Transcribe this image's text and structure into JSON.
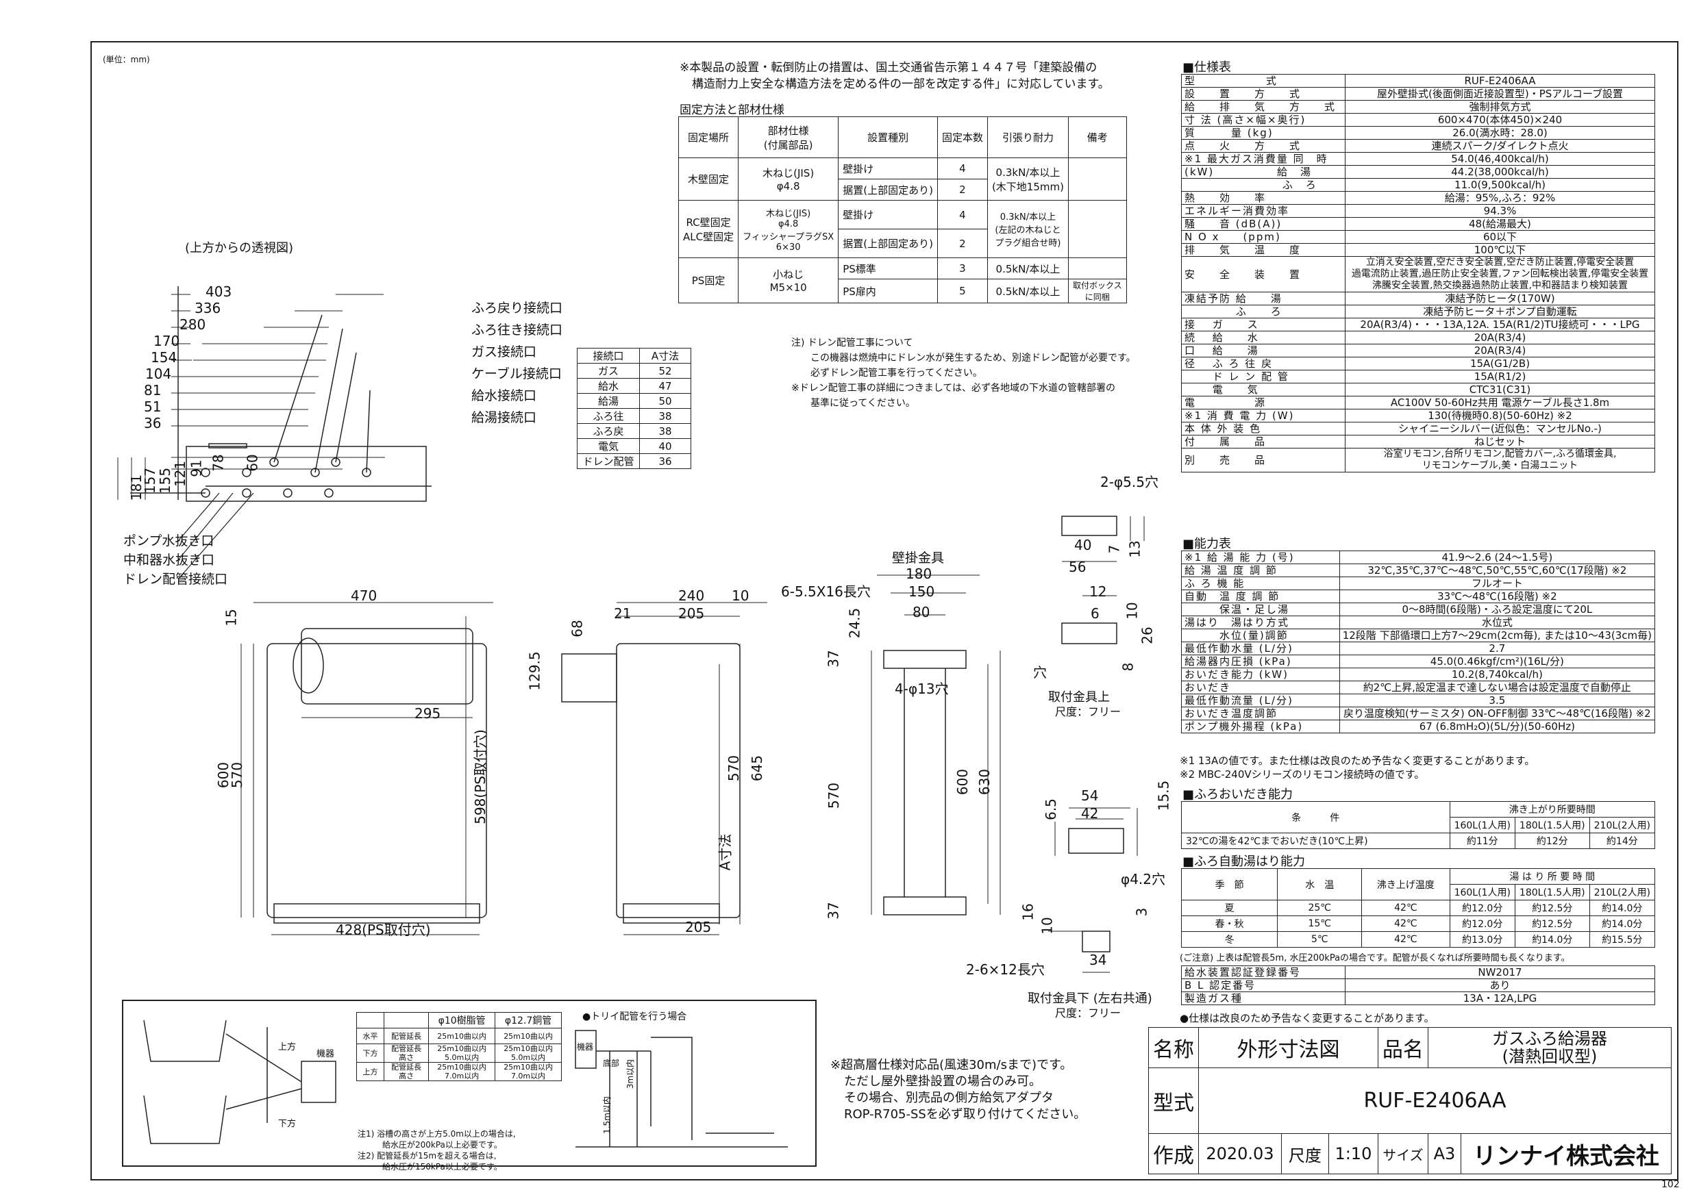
{
  "unit_note": "(単位：mm)",
  "page_number": "102",
  "top_note": {
    "line1": "※本製品の設置・転倒防止の措置は、国土交通省告示第１４４７号「建築設備の",
    "line2": "構造耐力上安全な構造方法を定める件の一部を改定する件」に対応しています。"
  },
  "fixing": {
    "title": "固定方法と部材仕様",
    "headers": [
      "固定場所",
      "部材仕様\n(付属部品)",
      "設置種別",
      "固定本数",
      "引張り耐力",
      "備考"
    ],
    "rows": [
      {
        "place": "木壁固定",
        "part": "木ねじ(JIS)\nφ4.8",
        "kind": "壁掛け",
        "count": "4",
        "force": "0.3kN/本以上\n(木下地15mm)",
        "note": ""
      },
      {
        "place": "",
        "part": "",
        "kind": "据置(上部固定あり)",
        "count": "2",
        "force": "",
        "note": ""
      },
      {
        "place": "RC壁固定\nALC壁固定",
        "part": "木ねじ(JIS)\nφ4.8\nフィッシャープラグSX\n6×30",
        "kind": "壁掛け",
        "count": "4",
        "force": "0.3kN/本以上\n(左記の木ねじと\nプラグ組合せ時)",
        "note": ""
      },
      {
        "place": "",
        "part": "",
        "kind": "据置(上部固定あり)",
        "count": "2",
        "force": "",
        "note": ""
      },
      {
        "place": "PS固定",
        "part": "小ねじ\nM5×10",
        "kind": "PS標準",
        "count": "3",
        "force": "0.5kN/本以上",
        "note": ""
      },
      {
        "place": "",
        "part": "",
        "kind": "PS扉内",
        "count": "5",
        "force": "0.5kN/本以上",
        "note": "取付ボックス\nに同梱"
      }
    ]
  },
  "drain_note": {
    "l1": "注) ドレン配管工事について",
    "l2": "この機器は燃焼中にドレン水が発生するため、別途ドレン配管が必要です。",
    "l3": "必ずドレン配管工事を行ってください。",
    "l4": "※ドレン配管工事の詳細につきましては、必ず各地域の下水道の管轄部署の",
    "l5": "基準に従ってください。"
  },
  "connection_table": {
    "headers": [
      "接続口",
      "A寸法"
    ],
    "rows": [
      [
        "ガス",
        "52"
      ],
      [
        "給水",
        "47"
      ],
      [
        "給湯",
        "50"
      ],
      [
        "ふろ往",
        "38"
      ],
      [
        "ふろ戻",
        "38"
      ],
      [
        "電気",
        "40"
      ],
      [
        "ドレン配管",
        "36"
      ]
    ]
  },
  "top_view": {
    "label": "(上方からの透視図)",
    "connections": [
      "ふろ戻り接続口",
      "ふろ往き接続口",
      "ガス接続口",
      "ケーブル接続口",
      "給水接続口",
      "給湯接続口"
    ],
    "bottom_labels": [
      "ポンプ水抜き口",
      "中和器水抜き口",
      "ドレン配管接続口"
    ],
    "widths": [
      "403",
      "336",
      "280",
      "170",
      "154",
      "104",
      "81",
      "51",
      "36"
    ],
    "heights": [
      "181",
      "157",
      "155",
      "121",
      "91",
      "78",
      "60"
    ]
  },
  "front_view": {
    "w470": "470",
    "h15": "15",
    "h600": "600",
    "h570": "570",
    "w295": "295",
    "h598": "598(PS取付穴)",
    "w428": "428(PS取付穴)"
  },
  "side_view": {
    "w240": "240",
    "w10": "10",
    "w21": "21",
    "w205": "205",
    "h68": "68",
    "h1295": "129.5",
    "h570": "570",
    "h645": "645",
    "a": "A寸法",
    "w205b": "205"
  },
  "bracket": {
    "title": "壁掛金具",
    "w180": "180",
    "w150": "150",
    "w80": "80",
    "slot": "6-5.5X16長穴",
    "h245": "24.5",
    "hole": "4-φ13穴",
    "h37a": "37",
    "h570": "570",
    "h600": "600",
    "h630": "630",
    "h37b": "37"
  },
  "fit_top": {
    "hole": "2-φ5.5穴",
    "w40": "40",
    "w56": "56",
    "h7": "7",
    "h13": "13",
    "h12": "12",
    "h6": "6",
    "h10": "10",
    "h26": "26",
    "h8": "8",
    "ana": "穴",
    "caption": "取付金具上",
    "scale": "尺度：フリー"
  },
  "fit_bottom": {
    "w54": "54",
    "w42": "42",
    "h65": "6.5",
    "h155": "15.5",
    "hole": "φ4.2穴",
    "h16": "16",
    "h10": "10",
    "h3": "3",
    "slot": "2-6×12長穴",
    "w34": "34",
    "caption": "取付金具下 (左右共通)",
    "scale": "尺度：フリー"
  },
  "spec": {
    "title": "■仕様表",
    "rows": [
      [
        "型　　　　　　式",
        "RUF-E2406AA"
      ],
      [
        "設　　置　　方　　式",
        "屋外壁掛式(後面側面近接設置型)・PSアルコーブ設置"
      ],
      [
        "給　　排　　気　　方　　式",
        "強制排気方式"
      ],
      [
        "寸 法 (高さ×幅×奥行)",
        "600×470(本体450)×240"
      ],
      [
        "質　　　量 (kg)",
        "26.0(満水時：28.0)"
      ],
      [
        "点　　火　　方　　式",
        "連続スパーク/ダイレクト点火"
      ],
      [
        "※1 最大ガス消費量 同　時",
        "54.0(46,400kcal/h)"
      ],
      [
        "(kW)　　　　　 給　湯",
        "44.2(38,000kcal/h)"
      ],
      [
        "　　　　　　　　 ふ　ろ",
        "11.0(9,500kcal/h)"
      ],
      [
        "熱　　効　　率",
        "給湯：95%,ふろ：92%"
      ],
      [
        "エネルギー消費効率",
        "94.3%"
      ],
      [
        "騒　　音 (dB(A))",
        "48(給湯最大)"
      ],
      [
        "N O x　　(ppm)",
        "60以下"
      ],
      [
        "排　　気　　温　　度",
        "100℃以下"
      ],
      [
        "安　　全　　装　　置",
        "立消え安全装置,空だき安全装置,空だき防止装置,停電安全装置\n過電流防止装置,過圧防止安全装置,ファン回転検出装置,停電安全装置\n沸騰安全装置,熱交換器過熱防止装置,中和器詰まり検知装置"
      ],
      [
        "凍結予防 給　　湯",
        "凍結予防ヒータ(170W)"
      ],
      [
        "　　　　 ふ　　ろ",
        "凍結予防ヒータ＋ポンプ自動運転"
      ],
      [
        "接　 ガ　　ス",
        "20A(R3/4)・・・13A,12A. 15A(R1/2)TU接続可・・・LPG"
      ],
      [
        "続　 給　　水",
        "20A(R3/4)"
      ],
      [
        "口　 給　　湯",
        "20A(R3/4)"
      ],
      [
        "径　 ふ ろ 往 戻",
        "15A(G1/2B)"
      ],
      [
        "　　 ド レ ン 配 管",
        "15A(R1/2)"
      ],
      [
        "　　 電　　気",
        "CTC31(C31)"
      ],
      [
        "電　　　　　源",
        "AC100V 50-60Hz共用 電源ケーブル長さ1.8m"
      ],
      [
        "※1 消 費 電 力 (W)",
        "130(待機時0.8)(50-60Hz) ※2"
      ],
      [
        "本 体 外 装 色",
        "シャイニーシルバー(近似色：マンセルNo.-)"
      ],
      [
        "付　　属　　品",
        "ねじセット"
      ],
      [
        "別　　売　　品",
        "浴室リモコン,台所リモコン,配管カバー,ふろ循環金具,\nリモコンケーブル,美・白湯ユニット"
      ]
    ]
  },
  "ability": {
    "title": "■能力表",
    "rows": [
      [
        "※1 給 湯 能 力 (号)",
        "41.9～2.6 (24～1.5号)"
      ],
      [
        "給 湯 温 度 調 節",
        "32℃,35℃,37℃～48℃,50℃,55℃,60℃(17段階) ※2"
      ],
      [
        "ふ ろ 機 能",
        "フルオート"
      ],
      [
        "自動　温 度 調 節",
        "33℃～48℃(16段階) ※2"
      ],
      [
        "　　　保温・足し湯",
        "0～8時間(6段階)・ふろ設定温度にて20L"
      ],
      [
        "湯はり　湯はり方式",
        "水位式"
      ],
      [
        "　　　水位(量)調節",
        "12段階 下部循環口上方7～29cm(2cm毎), または10～43(3cm毎)"
      ],
      [
        "最低作動水量 (L/分)",
        "2.7"
      ],
      [
        "給湯器内圧損 (kPa)",
        "45.0(0.46kgf/cm²)(16L/分)"
      ],
      [
        "おいだき能力 (kW)",
        "10.2(8,740kcal/h)"
      ],
      [
        "おいだき",
        "約2℃上昇,設定温まで達しない場合は設定温度で自動停止"
      ],
      [
        "最低作動流量 (L/分)",
        "3.5"
      ],
      [
        "おいだき温度調節",
        "戻り温度検知(サーミスタ) ON-OFF制御 33℃～48℃(16段階) ※2"
      ],
      [
        "ポンプ機外揚程 (kPa)",
        "67 (6.8mH₂O)(5L/分)(50-60Hz)"
      ]
    ],
    "note1": "※1 13Aの値です。また仕様は改良のため予告なく変更することがあります。",
    "note2": "※2 MBC-240Vシリーズのリモコン接続時の値です。"
  },
  "reheat": {
    "title": "■ふろおいだき能力",
    "cond": "条　　　件",
    "head": "沸き上がり所要時間",
    "cols": [
      "160L(1人用)",
      "180L(1.5人用)",
      "210L(2人用)"
    ],
    "row": "32℃の湯を42℃までおいだき(10℃上昇)",
    "vals": [
      "約11分",
      "約12分",
      "約14分"
    ]
  },
  "autofill": {
    "title": "■ふろ自動湯はり能力",
    "h1": "季　節",
    "h2": "水　温",
    "h3": "沸き上げ温度",
    "h4": "湯 は り 所 要 時 間",
    "cols": [
      "160L(1人用)",
      "180L(1.5人用)",
      "210L(2人用)"
    ],
    "rows": [
      [
        "夏",
        "25℃",
        "42℃",
        "約12.0分",
        "約12.5分",
        "約14.0分"
      ],
      [
        "春・秋",
        "15℃",
        "42℃",
        "約12.0分",
        "約12.5分",
        "約14.0分"
      ],
      [
        "冬",
        "5℃",
        "42℃",
        "約13.0分",
        "約14.0分",
        "約15.5分"
      ]
    ],
    "note": "(ご注意) 上表は配管長5m, 水圧200kPaの場合です。配管が長くなれば所要時間も長くなります。"
  },
  "cert": {
    "rows": [
      [
        "給水装置認証登録番号",
        "NW2017"
      ],
      [
        "B L 認定番号",
        "あり"
      ],
      [
        "製造ガス種",
        "13A・12A,LPG"
      ]
    ],
    "note": "●仕様は改良のため予告なく変更することがあります。"
  },
  "pipe_table": {
    "headers": [
      "",
      "",
      "φ10樹脂管",
      "φ12.7銅管"
    ],
    "rows": [
      [
        "水平",
        "配管延長",
        "25m10曲以内",
        "25m10曲以内"
      ],
      [
        "下方",
        "配管延長\n高さ",
        "25m10曲以内\n5.0m以内",
        "25m10曲以内\n5.0m以内"
      ],
      [
        "上方",
        "配管延長\n高さ",
        "25m10曲以内\n7.0m以内",
        "25m10曲以内\n7.0m以内"
      ]
    ],
    "note1": "注1) 浴槽の高さが上方5.0m以上の場合は,",
    "note1b": "給水圧が200kPa以上必要です。",
    "note2": "注2) 配管延長が15mを超える場合は,",
    "note2b": "給水圧が150kPa以上必要です。",
    "trap_title": "●トリイ配管を行う場合",
    "device": "機器",
    "up": "上方",
    "down": "下方",
    "bottom": "底部",
    "l15": "1.5m以内",
    "l3": "3m以内"
  },
  "high_wind_note": {
    "l1": "※超高層仕様対応品(風速30m/sまで)です。",
    "l2": "ただし屋外壁掛設置の場合のみ可。",
    "l3": "その場合、別売品の側方給気アダプタ",
    "l4": "ROP-R705-SSを必ず取り付けてください。"
  },
  "title_block": {
    "name_label": "名称",
    "name_value": "外形寸法図",
    "product_label": "品名",
    "product_value": "ガスふろ給湯器\n(潜熱回収型)",
    "model_label": "型式",
    "model_value": "RUF-E2406AA",
    "made_label": "作成",
    "made_value": "2020.03",
    "scale_label": "尺度",
    "scale_value": "1:10",
    "size_label": "サイズ",
    "size_value": "A3",
    "company": "リンナイ株式会社"
  },
  "colors": {
    "line": "#222222",
    "unit": "#e8e8e8"
  }
}
